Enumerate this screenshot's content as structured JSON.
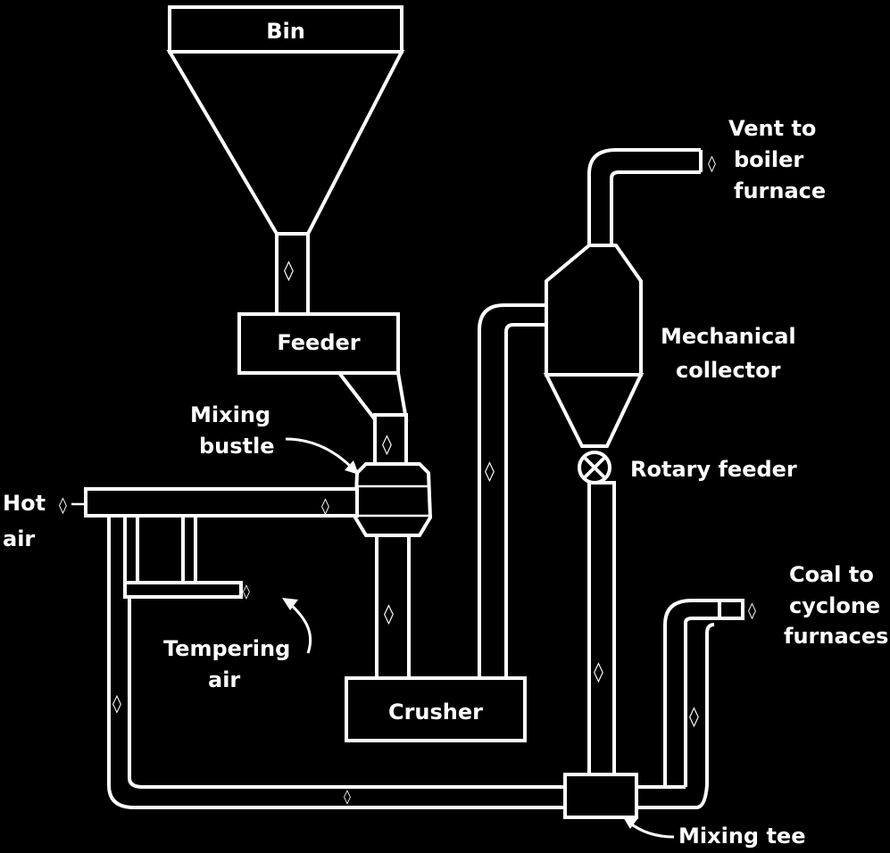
{
  "labels": {
    "bin": "Bin",
    "feeder": "Feeder",
    "mixing_bustle": [
      "Mixing",
      "bustle"
    ],
    "hot_air": [
      "Hot",
      "air"
    ],
    "tempering_air": [
      "Tempering",
      "air"
    ],
    "crusher": "Crusher",
    "vent": [
      "Vent to",
      "boiler",
      "furnace"
    ],
    "mechanical_collector": [
      "Mechanical",
      "collector"
    ],
    "rotary_feeder": "Rotary feeder",
    "coal_to": [
      "Coal to",
      "cyclone",
      "furnaces"
    ],
    "mixing_tee": "Mixing tee"
  }
}
